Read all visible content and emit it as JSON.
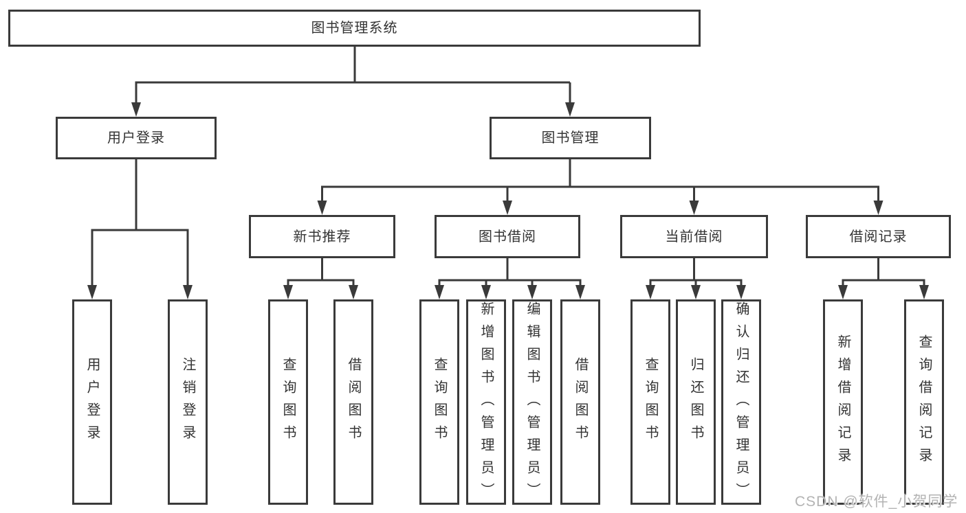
{
  "tree": {
    "root": {
      "label": "图书管理系统"
    },
    "branches": [
      {
        "label": "用户登录",
        "children": [
          {
            "label": "用户登录"
          },
          {
            "label": "注销登录"
          }
        ]
      },
      {
        "label": "图书管理",
        "children": [
          {
            "label": "新书推荐",
            "children": [
              {
                "label": "查询图书"
              },
              {
                "label": "借阅图书"
              }
            ]
          },
          {
            "label": "图书借阅",
            "children": [
              {
                "label": "查询图书"
              },
              {
                "label": "新增图书（管理员）"
              },
              {
                "label": "编辑图书（管理员）"
              },
              {
                "label": "借阅图书"
              }
            ]
          },
          {
            "label": "当前借阅",
            "children": [
              {
                "label": "查询图书"
              },
              {
                "label": "归还图书"
              },
              {
                "label": "确认归还（管理员）"
              }
            ]
          },
          {
            "label": "借阅记录",
            "children": [
              {
                "label": "新增借阅记录"
              },
              {
                "label": "查询借阅记录"
              }
            ]
          }
        ]
      }
    ]
  },
  "watermark": {
    "text": "CSDN @软件_小贺同学"
  },
  "colors": {
    "line": "#3a3a3a",
    "text": "#333333",
    "box_background": "#ffffff",
    "watermark": "#b3b3b3"
  }
}
